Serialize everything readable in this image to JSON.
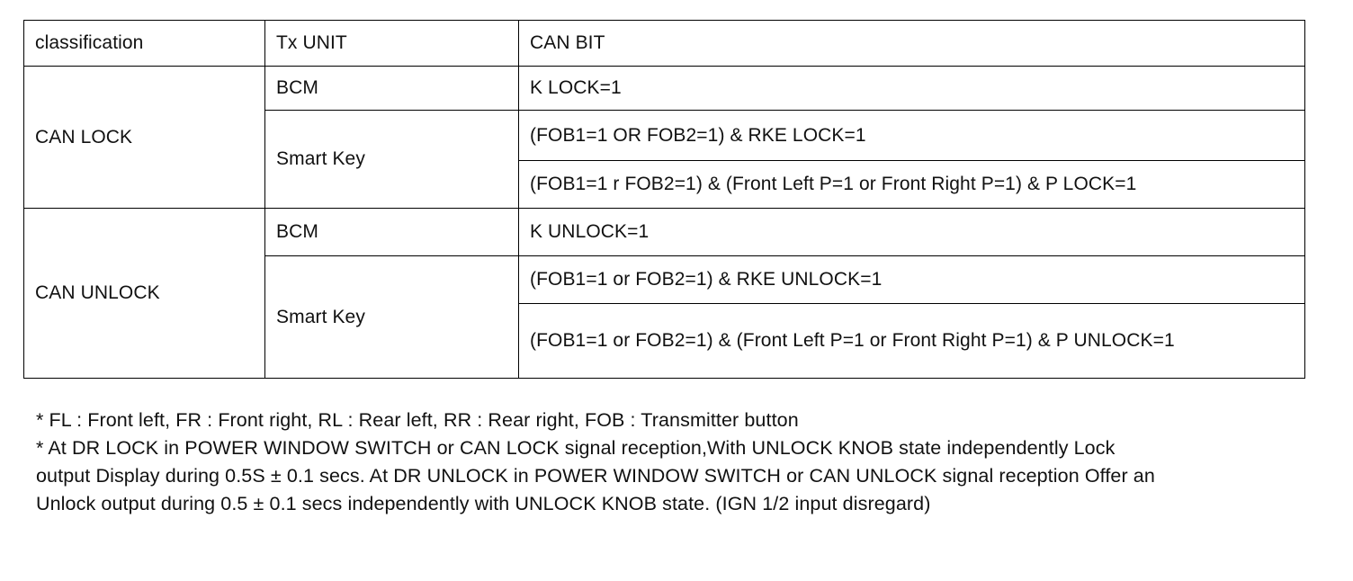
{
  "table": {
    "columns": [
      {
        "key": "classification",
        "header": "classification"
      },
      {
        "key": "tx_unit",
        "header": "Tx UNIT"
      },
      {
        "key": "can_bit",
        "header": "CAN BIT"
      }
    ],
    "groups": [
      {
        "classification": "CAN LOCK",
        "rows": [
          {
            "tx_unit": "BCM",
            "can_bit": "K LOCK=1"
          },
          {
            "tx_unit": "Smart Key",
            "can_bit": "(FOB1=1 OR FOB2=1)  &  RKE LOCK=1"
          },
          {
            "tx_unit": "",
            "can_bit": "(FOB1=1 r FOB2=1) & (Front Left P=1 or Front Right P=1) & P LOCK=1"
          }
        ]
      },
      {
        "classification": "CAN UNLOCK",
        "rows": [
          {
            "tx_unit": "BCM",
            "can_bit": "K UNLOCK=1"
          },
          {
            "tx_unit": "Smart Key",
            "can_bit": "(FOB1=1 or FOB2=1)  &  RKE UNLOCK=1"
          },
          {
            "tx_unit": "",
            "can_bit": "(FOB1=1 or FOB2=1)  &  (Front Left P=1 or Front Right P=1)  &  P UNLOCK=1"
          }
        ]
      }
    ]
  },
  "footnotes": {
    "line1": "* FL : Front left, FR : Front right, RL : Rear left, RR : Rear right, FOB : Transmitter button",
    "line2": "* At DR LOCK in POWER WINDOW SWITCH or CAN LOCK signal reception,With UNLOCK KNOB state independently Lock output Display during 0.5S ± 0.1 secs.  At DR UNLOCK in POWER WINDOW SWITCH or CAN UNLOCK signal reception Offer an Unlock output during 0.5 ± 0.1 secs independently with UNLOCK KNOB state.  (IGN 1/2 input disregard)"
  }
}
